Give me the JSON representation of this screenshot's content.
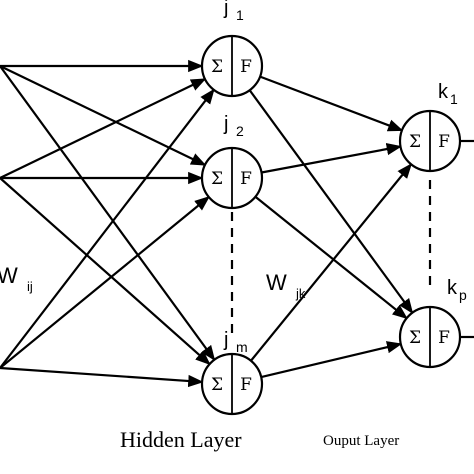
{
  "diagram": {
    "hidden_nodes": [
      {
        "id": "j1",
        "label": "j",
        "sub": "1",
        "sum_symbol": "Σ",
        "func_symbol": "F"
      },
      {
        "id": "j2",
        "label": "j",
        "sub": "2",
        "sum_symbol": "Σ",
        "func_symbol": "F"
      },
      {
        "id": "jm",
        "label": "j",
        "sub": "m",
        "sum_symbol": "Σ",
        "func_symbol": "F"
      }
    ],
    "output_nodes": [
      {
        "id": "k1",
        "label": "k",
        "sub": "1",
        "sum_symbol": "Σ",
        "func_symbol": "F"
      },
      {
        "id": "kp",
        "label": "k",
        "sub": "p",
        "sum_symbol": "Σ",
        "func_symbol": "F"
      }
    ],
    "weights": {
      "input_hidden": {
        "main": "W",
        "sub": "ij"
      },
      "hidden_output": {
        "main": "W",
        "sub": "jk"
      }
    },
    "captions": {
      "hidden_layer": "Hidden Layer",
      "output_layer": "Ouput Layer"
    }
  }
}
